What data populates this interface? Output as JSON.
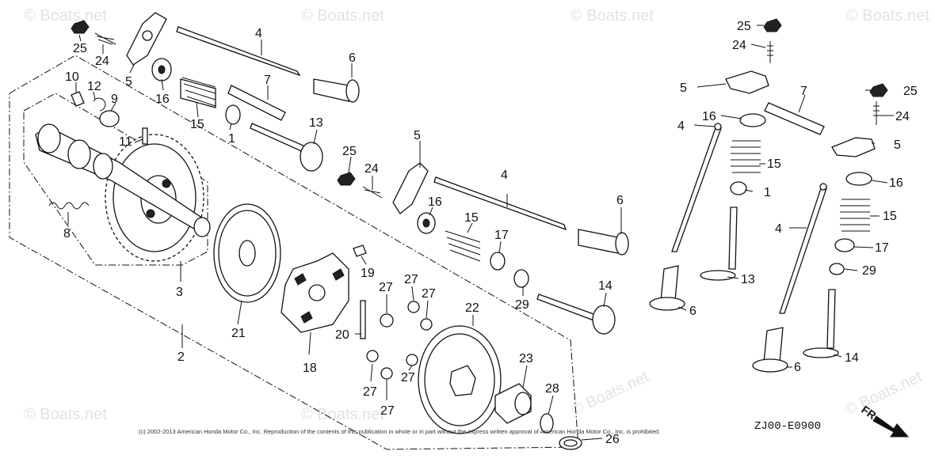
{
  "watermark": "© Boats.net",
  "copyright": "(c) 2002-2013 American Honda Motor Co., Inc. Reproduction of the contents of this publication in whole or in part without the express written approval of American Honda Motor Co., Inc. is prohibited.",
  "diagram_code": "ZJ00-E0900",
  "front_label": "FR.",
  "callouts": {
    "c1": "1",
    "c2": "2",
    "c3": "3",
    "c4": "4",
    "c5": "5",
    "c6": "6",
    "c7": "7",
    "c8": "8",
    "c9": "9",
    "c10": "10",
    "c11": "11",
    "c12": "12",
    "c13": "13",
    "c14": "14",
    "c15": "15",
    "c16": "16",
    "c17": "17",
    "c18": "18",
    "c19": "19",
    "c20": "20",
    "c21": "21",
    "c22": "22",
    "c23": "23",
    "c24": "24",
    "c25": "25",
    "c26": "26",
    "c27": "27",
    "c28": "28",
    "c29": "29"
  }
}
